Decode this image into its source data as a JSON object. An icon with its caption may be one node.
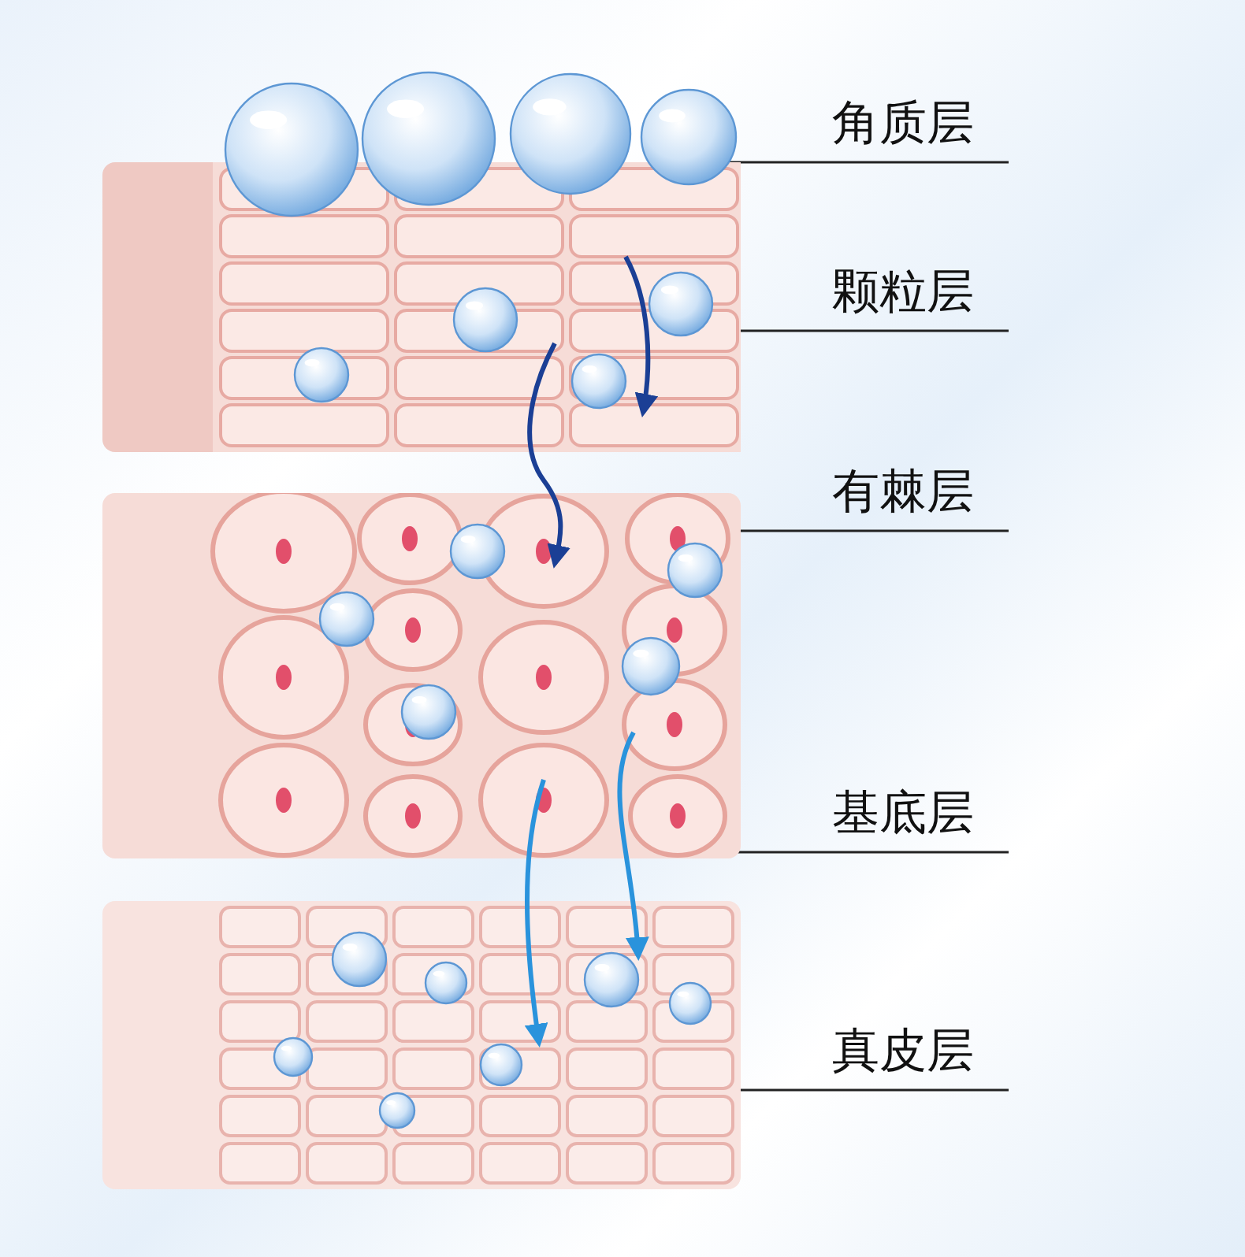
{
  "diagram": {
    "nodes": [
      {
        "text": [],
        "shape": "box"
      },
      {
        "text": [],
        "shape": "box"
      },
      {
        "text": [],
        "shape": "box"
      },
      {
        "text": [
          "角质层"
        ]
      },
      {
        "text": [
          "颗粒层"
        ]
      },
      {
        "text": [
          "有棘层"
        ]
      },
      {
        "text": [
          "基底层"
        ]
      },
      {
        "text": [
          "真皮层"
        ]
      }
    ],
    "edges": [
      {
        "from": 3,
        "to": 0,
        "arrow": "other"
      },
      {
        "from": 4,
        "to": 0,
        "arrow": "other"
      },
      {
        "from": 5,
        "to": 1,
        "arrow": "none"
      },
      {
        "from": 6,
        "to": 1,
        "arrow": "other"
      },
      {
        "from": 7,
        "to": 2,
        "arrow": "other"
      },
      {
        "from": 0,
        "to": 1,
        "arrow": "to",
        "style": "thick",
        "color": "#1b3f95"
      },
      {
        "from": 1,
        "to": 2,
        "arrow": "to",
        "style": "thick",
        "color": "#2a93dc"
      },
      {
        "from": 1,
        "to": 2,
        "arrow": "to",
        "style": "thick",
        "color": "#2a93dc"
      }
    ]
  }
}
